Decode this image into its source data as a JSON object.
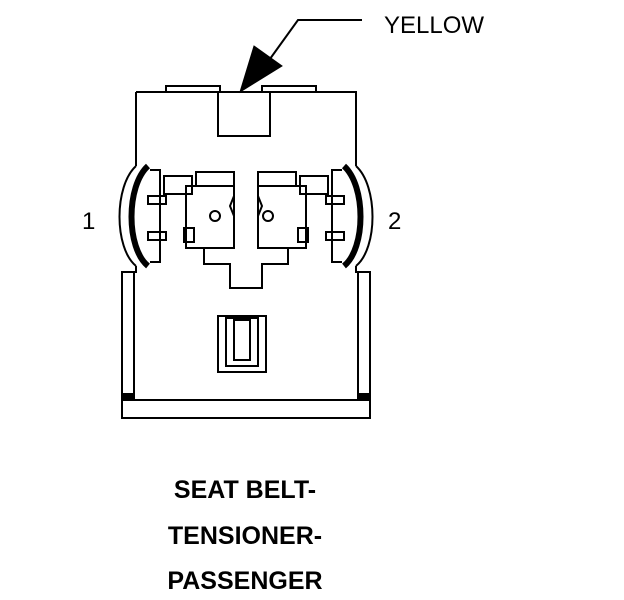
{
  "connector": {
    "color_label": "YELLOW",
    "pins": [
      "1",
      "2"
    ]
  },
  "caption": {
    "lines": [
      "SEAT BELT-",
      "TENSIONER-",
      "PASSENGER"
    ]
  },
  "colors": {
    "line": "#000000",
    "background": "#ffffff"
  }
}
